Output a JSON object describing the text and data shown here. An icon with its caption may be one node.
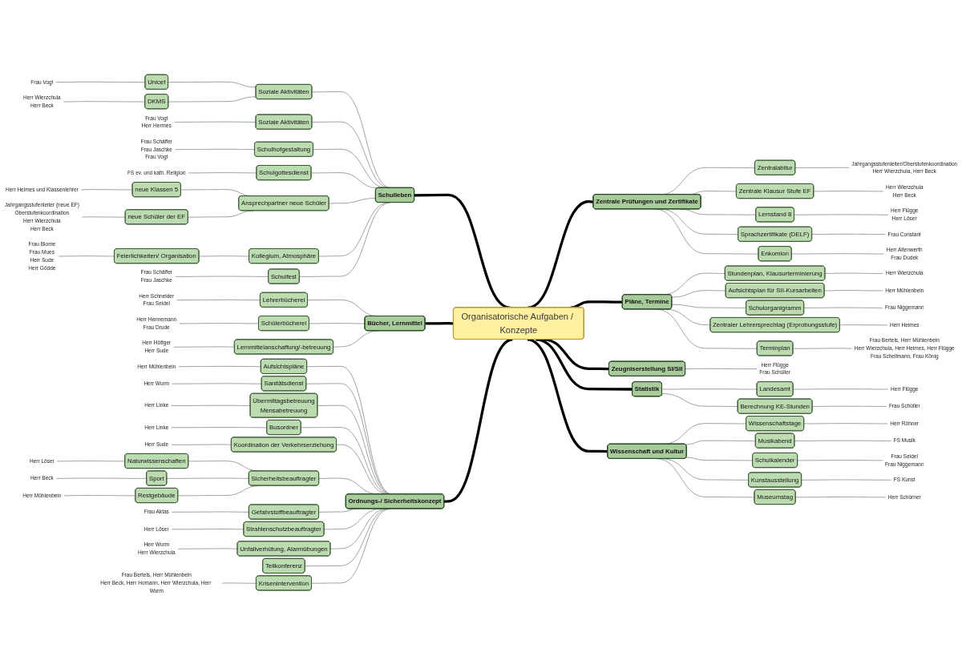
{
  "diagram": {
    "nodes": [
      {
        "text": [
          "Organisatorische Aufgaben / Konzepte"
        ]
      },
      {
        "text": [
          "Schulleben"
        ]
      },
      {
        "text": [
          "Soziale Aktivitäten"
        ]
      },
      {
        "text": [
          "Unicef"
        ]
      },
      {
        "text": [
          "Frau Vogt"
        ]
      },
      {
        "text": [
          "DKMS"
        ]
      },
      {
        "text": [
          "Herr Wierzchula",
          "Herr Beck"
        ]
      },
      {
        "text": [
          "Soziale Aktivitäten"
        ]
      },
      {
        "text": [
          "Frau Vogt",
          "Herr Hermes"
        ]
      },
      {
        "text": [
          "Schulhofgestaltung"
        ]
      },
      {
        "text": [
          "Frau Schäffer",
          "Frau Jaschke",
          "Frau Vogt"
        ]
      },
      {
        "text": [
          "Schulgottesdienst"
        ]
      },
      {
        "text": [
          "FS ev. und kath. Religion"
        ]
      },
      {
        "text": [
          "Ansprechpartner neue Schüler"
        ]
      },
      {
        "text": [
          "neue Klassen 5"
        ]
      },
      {
        "text": [
          "Herr Heimes und Klassenlehrer"
        ]
      },
      {
        "text": [
          "neue Schüler der EF"
        ]
      },
      {
        "text": [
          "Jahrgangsstufenleiter (neue EF)",
          "Oberstufenkoordination",
          "Herr Wierzchula",
          "Herr Beck"
        ]
      },
      {
        "text": [
          "Kollegium, Atmosphäre"
        ]
      },
      {
        "text": [
          "Feierlichkeiten/ Organisation"
        ]
      },
      {
        "text": [
          "Frau Blome",
          "Frau Mues",
          "Herr Sude",
          "Herr Gödde"
        ]
      },
      {
        "text": [
          "Schulfest"
        ]
      },
      {
        "text": [
          "Frau Schäffer",
          "Frau Jaschke"
        ]
      },
      {
        "text": [
          "Bücher, Lernmittel"
        ]
      },
      {
        "text": [
          "Lehrerbücherei"
        ]
      },
      {
        "text": [
          "Herr Schneider",
          "Frau Seidel"
        ]
      },
      {
        "text": [
          "Schülerbücherei"
        ]
      },
      {
        "text": [
          "Herr Hennemann",
          "Frau Drude"
        ]
      },
      {
        "text": [
          "Lernmittelanschaffung/-betreuung"
        ]
      },
      {
        "text": [
          "Herr Höttger",
          "Herr Sude"
        ]
      },
      {
        "text": [
          "Ordnungs-/ Sicherheitskonzept"
        ]
      },
      {
        "text": [
          "Aufsichtspläne"
        ]
      },
      {
        "text": [
          "Herr Mühlenbein"
        ]
      },
      {
        "text": [
          "Sanitätsdienst"
        ]
      },
      {
        "text": [
          "Herr Wurm"
        ]
      },
      {
        "text": [
          "Übermittagsbetreuung",
          "Mensabetreuung"
        ]
      },
      {
        "text": [
          "Herr Linke"
        ]
      },
      {
        "text": [
          "Busordner"
        ]
      },
      {
        "text": [
          "Herr Linke"
        ]
      },
      {
        "text": [
          "Koordination der Verkehrserziehung"
        ]
      },
      {
        "text": [
          "Herr Sude"
        ]
      },
      {
        "text": [
          "Sicherheitsbeauftragter"
        ]
      },
      {
        "text": [
          "Naturwissenschaften"
        ]
      },
      {
        "text": [
          "Herr Löser"
        ]
      },
      {
        "text": [
          "Sport"
        ]
      },
      {
        "text": [
          "Herr Beck"
        ]
      },
      {
        "text": [
          "Restgebäude"
        ]
      },
      {
        "text": [
          "Herr Mühlenbein"
        ]
      },
      {
        "text": [
          "Gefahrstoffbeauftragter"
        ]
      },
      {
        "text": [
          "Frau Aktas"
        ]
      },
      {
        "text": [
          "Strahlenschutzbeauftragter"
        ]
      },
      {
        "text": [
          "Herr Löser"
        ]
      },
      {
        "text": [
          "Unfallverhütung, Alarmübungen"
        ]
      },
      {
        "text": [
          "Herr Wurm",
          "Herr Wierzchula"
        ]
      },
      {
        "text": [
          "Teilkonferenz"
        ]
      },
      {
        "text": [
          "Krisenintervention"
        ]
      },
      {
        "text": [
          "Frau Bertels, Herr Mühlenbein",
          "Herr Beck, Herr Homann, Herr Wierzchula, Herr Wurm"
        ]
      },
      {
        "text": [
          "Zentrale Prüfungen und Zertifikate"
        ]
      },
      {
        "text": [
          "Zentralabitur"
        ]
      },
      {
        "text": [
          "Jahrgangsstufenleiter/Oberstufenkoordination",
          "Herr Wierzchula, Herr Beck"
        ]
      },
      {
        "text": [
          "Zentrale Klausur Stufe EF"
        ]
      },
      {
        "text": [
          "Herr Wierzchula",
          "Herr Beck"
        ]
      },
      {
        "text": [
          "Lernstand 8"
        ]
      },
      {
        "text": [
          "Herr Flügge",
          "Herr Löser"
        ]
      },
      {
        "text": [
          "Sprachzertifikate (DELF)"
        ]
      },
      {
        "text": [
          "Frau Constant"
        ]
      },
      {
        "text": [
          "Enkomion"
        ]
      },
      {
        "text": [
          "Herr Altenwerth",
          "Frau Dudek"
        ]
      },
      {
        "text": [
          "Pläne, Termine"
        ]
      },
      {
        "text": [
          "Stundenplan, Klausurterminierung"
        ]
      },
      {
        "text": [
          "Herr Wierzchula"
        ]
      },
      {
        "text": [
          "Aufsichtsplan für SII-Kursarbeiten"
        ]
      },
      {
        "text": [
          "Herr Mühlenbein"
        ]
      },
      {
        "text": [
          "Schulorganigramm"
        ]
      },
      {
        "text": [
          "Frau Niggemann"
        ]
      },
      {
        "text": [
          "Zentraler Lehrersprechtag (Erprobungsstufe)"
        ]
      },
      {
        "text": [
          "Herr Heimes"
        ]
      },
      {
        "text": [
          "Terminplan"
        ]
      },
      {
        "text": [
          "Frau Bertels, Herr Mühlenbein",
          "Herr Wierzchula, Herr Heimes, Herr Flügge",
          "Frau Schellmann, Frau König"
        ]
      },
      {
        "text": [
          "Zeugniserstellung SI/SII"
        ]
      },
      {
        "text": [
          "Herr Flügge",
          "Frau Schüller"
        ]
      },
      {
        "text": [
          "Statistik"
        ]
      },
      {
        "text": [
          "Landesamt"
        ]
      },
      {
        "text": [
          "Herr Flügge"
        ]
      },
      {
        "text": [
          "Berechnung KE-Stunden"
        ]
      },
      {
        "text": [
          "Frau Schüller"
        ]
      },
      {
        "text": [
          "Wissenschaft und Kultur"
        ]
      },
      {
        "text": [
          "Wissenschaftstage"
        ]
      },
      {
        "text": [
          "Herr Röhner"
        ]
      },
      {
        "text": [
          "Musikabend"
        ]
      },
      {
        "text": [
          "FS Musik"
        ]
      },
      {
        "text": [
          "Schulkalender"
        ]
      },
      {
        "text": [
          "Frau Seidel",
          "Frau Niggemann"
        ]
      },
      {
        "text": [
          "Kunstausstellung"
        ]
      },
      {
        "text": [
          "FS Kunst"
        ]
      },
      {
        "text": [
          "Museumstag"
        ]
      },
      {
        "text": [
          "Herr Schörner"
        ]
      }
    ],
    "edges": [
      {
        "from": 1,
        "to": 0,
        "arrow": "none",
        "style": "thick",
        "color": "#000000"
      },
      {
        "from": 2,
        "to": 1,
        "arrow": "none"
      },
      {
        "from": 3,
        "to": 2,
        "arrow": "none"
      },
      {
        "from": 4,
        "to": 3,
        "arrow": "none"
      },
      {
        "from": 5,
        "to": 2,
        "arrow": "none"
      },
      {
        "from": 6,
        "to": 5,
        "arrow": "none"
      },
      {
        "from": 7,
        "to": 1,
        "arrow": "none"
      },
      {
        "from": 8,
        "to": 7,
        "arrow": "none"
      },
      {
        "from": 9,
        "to": 1,
        "arrow": "none"
      },
      {
        "from": 10,
        "to": 9,
        "arrow": "none"
      },
      {
        "from": 11,
        "to": 1,
        "arrow": "none"
      },
      {
        "from": 12,
        "to": 11,
        "arrow": "none"
      },
      {
        "from": 13,
        "to": 1,
        "arrow": "none"
      },
      {
        "from": 14,
        "to": 13,
        "arrow": "none"
      },
      {
        "from": 15,
        "to": 14,
        "arrow": "none"
      },
      {
        "from": 16,
        "to": 13,
        "arrow": "none"
      },
      {
        "from": 17,
        "to": 16,
        "arrow": "none"
      },
      {
        "from": 18,
        "to": 1,
        "arrow": "none"
      },
      {
        "from": 19,
        "to": 18,
        "arrow": "none"
      },
      {
        "from": 20,
        "to": 19,
        "arrow": "none"
      },
      {
        "from": 21,
        "to": 1,
        "arrow": "none"
      },
      {
        "from": 22,
        "to": 21,
        "arrow": "none"
      },
      {
        "from": 23,
        "to": 0,
        "arrow": "none",
        "style": "thick",
        "color": "#000000"
      },
      {
        "from": 24,
        "to": 23,
        "arrow": "none"
      },
      {
        "from": 25,
        "to": 24,
        "arrow": "none"
      },
      {
        "from": 26,
        "to": 23,
        "arrow": "none"
      },
      {
        "from": 27,
        "to": 26,
        "arrow": "none"
      },
      {
        "from": 28,
        "to": 23,
        "arrow": "none"
      },
      {
        "from": 29,
        "to": 28,
        "arrow": "none"
      },
      {
        "from": 30,
        "to": 0,
        "arrow": "none",
        "style": "thick",
        "color": "#000000"
      },
      {
        "from": 31,
        "to": 30,
        "arrow": "none"
      },
      {
        "from": 32,
        "to": 31,
        "arrow": "none"
      },
      {
        "from": 33,
        "to": 30,
        "arrow": "none"
      },
      {
        "from": 34,
        "to": 33,
        "arrow": "none"
      },
      {
        "from": 35,
        "to": 30,
        "arrow": "none"
      },
      {
        "from": 36,
        "to": 35,
        "arrow": "none"
      },
      {
        "from": 37,
        "to": 30,
        "arrow": "none"
      },
      {
        "from": 38,
        "to": 37,
        "arrow": "none"
      },
      {
        "from": 39,
        "to": 30,
        "arrow": "none"
      },
      {
        "from": 40,
        "to": 39,
        "arrow": "none"
      },
      {
        "from": 41,
        "to": 30,
        "arrow": "none"
      },
      {
        "from": 42,
        "to": 41,
        "arrow": "none"
      },
      {
        "from": 43,
        "to": 42,
        "arrow": "none"
      },
      {
        "from": 44,
        "to": 41,
        "arrow": "none"
      },
      {
        "from": 45,
        "to": 44,
        "arrow": "none"
      },
      {
        "from": 46,
        "to": 41,
        "arrow": "none"
      },
      {
        "from": 47,
        "to": 46,
        "arrow": "none"
      },
      {
        "from": 48,
        "to": 30,
        "arrow": "none"
      },
      {
        "from": 49,
        "to": 48,
        "arrow": "none"
      },
      {
        "from": 50,
        "to": 30,
        "arrow": "none"
      },
      {
        "from": 51,
        "to": 50,
        "arrow": "none"
      },
      {
        "from": 52,
        "to": 30,
        "arrow": "none"
      },
      {
        "from": 53,
        "to": 52,
        "arrow": "none"
      },
      {
        "from": 54,
        "to": 30,
        "arrow": "none"
      },
      {
        "from": 55,
        "to": 30,
        "arrow": "none"
      },
      {
        "from": 56,
        "to": 55,
        "arrow": "none"
      },
      {
        "from": 0,
        "to": 57,
        "arrow": "none",
        "style": "thick",
        "color": "#000000"
      },
      {
        "from": 57,
        "to": 58,
        "arrow": "none"
      },
      {
        "from": 58,
        "to": 59,
        "arrow": "none"
      },
      {
        "from": 57,
        "to": 60,
        "arrow": "none"
      },
      {
        "from": 60,
        "to": 61,
        "arrow": "none"
      },
      {
        "from": 57,
        "to": 62,
        "arrow": "none"
      },
      {
        "from": 62,
        "to": 63,
        "arrow": "none"
      },
      {
        "from": 57,
        "to": 64,
        "arrow": "none"
      },
      {
        "from": 64,
        "to": 65,
        "arrow": "none"
      },
      {
        "from": 57,
        "to": 66,
        "arrow": "none"
      },
      {
        "from": 66,
        "to": 67,
        "arrow": "none"
      },
      {
        "from": 0,
        "to": 68,
        "arrow": "none",
        "style": "thick",
        "color": "#000000"
      },
      {
        "from": 68,
        "to": 69,
        "arrow": "none"
      },
      {
        "from": 69,
        "to": 70,
        "arrow": "none"
      },
      {
        "from": 68,
        "to": 71,
        "arrow": "none"
      },
      {
        "from": 71,
        "to": 72,
        "arrow": "none"
      },
      {
        "from": 68,
        "to": 73,
        "arrow": "none"
      },
      {
        "from": 73,
        "to": 74,
        "arrow": "none"
      },
      {
        "from": 68,
        "to": 75,
        "arrow": "none"
      },
      {
        "from": 75,
        "to": 76,
        "arrow": "none"
      },
      {
        "from": 68,
        "to": 77,
        "arrow": "none"
      },
      {
        "from": 77,
        "to": 78,
        "arrow": "none"
      },
      {
        "from": 0,
        "to": 79,
        "arrow": "none",
        "style": "thick",
        "color": "#000000"
      },
      {
        "from": 79,
        "to": 80,
        "arrow": "none"
      },
      {
        "from": 0,
        "to": 81,
        "arrow": "none",
        "style": "thick",
        "color": "#000000"
      },
      {
        "from": 81,
        "to": 82,
        "arrow": "none"
      },
      {
        "from": 82,
        "to": 83,
        "arrow": "none"
      },
      {
        "from": 81,
        "to": 84,
        "arrow": "none"
      },
      {
        "from": 84,
        "to": 85,
        "arrow": "none"
      },
      {
        "from": 0,
        "to": 86,
        "arrow": "none",
        "style": "thick",
        "color": "#000000"
      },
      {
        "from": 86,
        "to": 87,
        "arrow": "none"
      },
      {
        "from": 87,
        "to": 88,
        "arrow": "none"
      },
      {
        "from": 86,
        "to": 89,
        "arrow": "none"
      },
      {
        "from": 89,
        "to": 90,
        "arrow": "none"
      },
      {
        "from": 86,
        "to": 91,
        "arrow": "none"
      },
      {
        "from": 91,
        "to": 92,
        "arrow": "none"
      },
      {
        "from": 86,
        "to": 93,
        "arrow": "none"
      },
      {
        "from": 93,
        "to": 94,
        "arrow": "none"
      },
      {
        "from": 86,
        "to": 95,
        "arrow": "none"
      },
      {
        "from": 95,
        "to": 96,
        "arrow": "none"
      }
    ]
  }
}
